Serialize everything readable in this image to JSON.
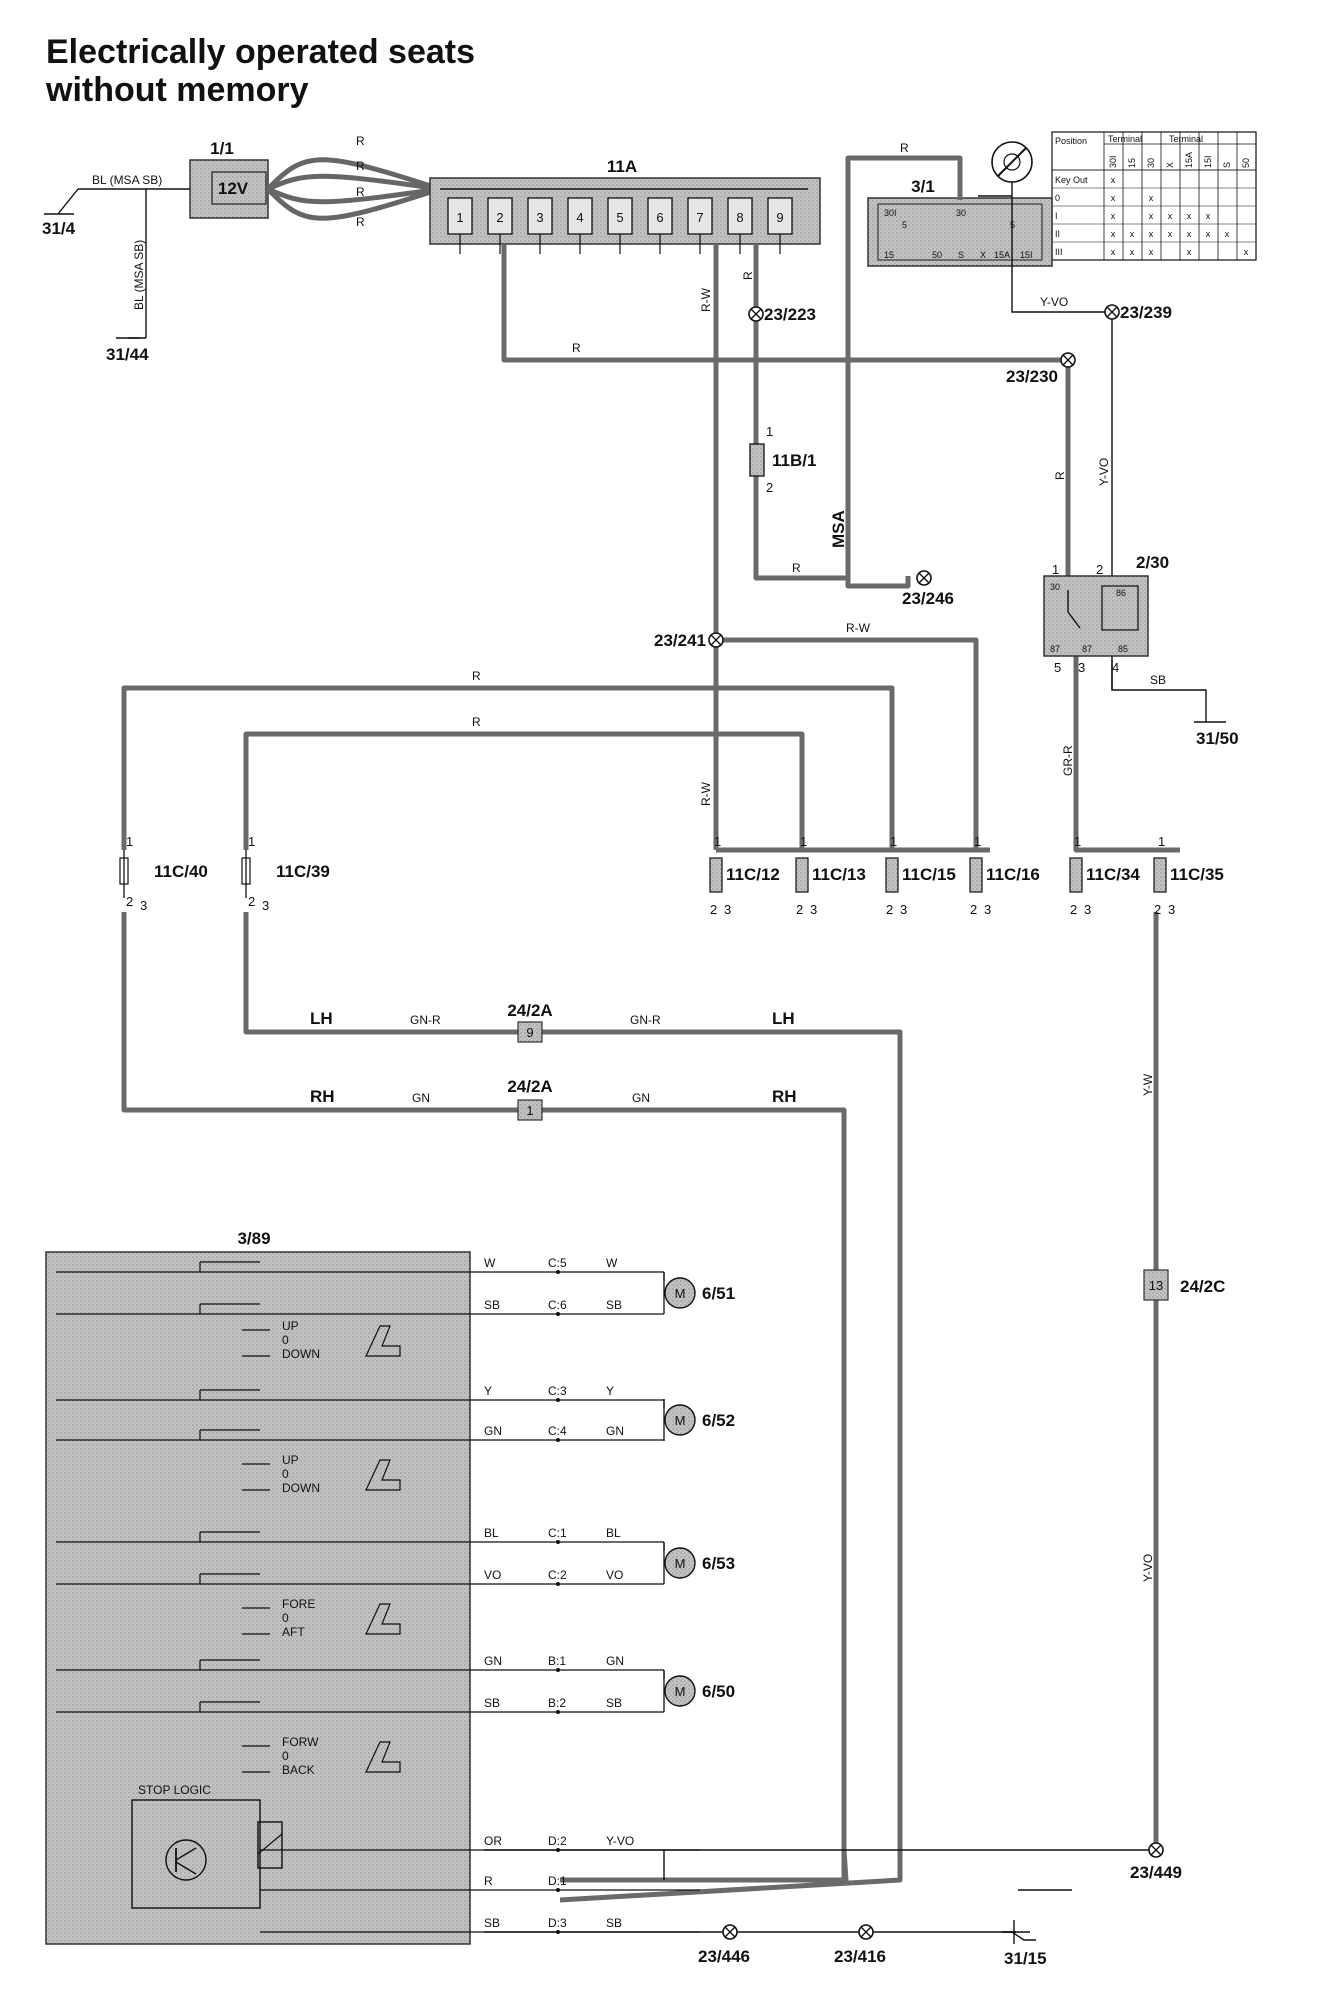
{
  "title": [
    "Electrically operated seats",
    "without memory"
  ],
  "components": {
    "battery": {
      "id": "1/1",
      "label": "12V"
    },
    "fuse_box": {
      "id": "11A",
      "pins": [
        "1",
        "2",
        "3",
        "4",
        "5",
        "6",
        "7",
        "8",
        "9"
      ]
    },
    "ignition_switch": {
      "id": "3/1",
      "terms_top": [
        "30I",
        "30"
      ],
      "terms_bottom": [
        "15",
        "50",
        "S",
        "X",
        "15A",
        "15I"
      ],
      "pin_a": "5",
      "pin_b": "5"
    },
    "relay": {
      "id": "2/30",
      "pins": [
        "30",
        "86",
        "87",
        "85",
        "87"
      ],
      "ext": [
        "1",
        "2",
        "5",
        "3",
        "4"
      ]
    },
    "fuse_11B1": {
      "id": "11B/1",
      "p1": "1",
      "p2": "2"
    },
    "control_panel": {
      "id": "3/89",
      "stop_logic": "STOP LOGIC"
    },
    "connector_24_2A_lh": {
      "id": "24/2A",
      "pin": "9"
    },
    "connector_24_2A_rh": {
      "id": "24/2A",
      "pin": "1"
    },
    "connector_24_2C": {
      "id": "24/2C",
      "pin": "13"
    }
  },
  "key_table": {
    "header": [
      "Position",
      "Terminal",
      "Terminal"
    ],
    "cols": [
      "30I",
      "15",
      "30",
      "X",
      "15A",
      "15I",
      "S",
      "50"
    ],
    "rows": [
      "Key Out",
      "0",
      "I",
      "II",
      "III"
    ],
    "cells": [
      [
        "x",
        "",
        "",
        "",
        "",
        "",
        "",
        ""
      ],
      [
        "x",
        "",
        "x",
        "",
        "",
        "",
        "",
        ""
      ],
      [
        "x",
        "",
        "x",
        "x",
        "x",
        "x",
        "",
        ""
      ],
      [
        "x",
        "x",
        "x",
        "x",
        "x",
        "x",
        "x",
        ""
      ],
      [
        "x",
        "x",
        "x",
        "",
        "x",
        "",
        "",
        "x"
      ]
    ]
  },
  "grounds": [
    "31/4",
    "31/44",
    "31/50",
    "31/15"
  ],
  "splices": [
    "23/223",
    "23/239",
    "23/230",
    "23/246",
    "23/241",
    "23/449",
    "23/446",
    "23/416"
  ],
  "fuses_11C": [
    "11C/40",
    "11C/39",
    "11C/12",
    "11C/13",
    "11C/15",
    "11C/16",
    "11C/34",
    "11C/35"
  ],
  "fuse_pins": {
    "p1": "1",
    "p2": "2",
    "p3": "3"
  },
  "motors": [
    "6/51",
    "6/52",
    "6/53",
    "6/50"
  ],
  "motor_symbol": "M",
  "switch_labels": [
    [
      "UP",
      "0",
      "DOWN"
    ],
    [
      "UP",
      "0",
      "DOWN"
    ],
    [
      "FORE",
      "0",
      "AFT"
    ],
    [
      "FORW",
      "0",
      "BACK"
    ]
  ],
  "wire_colors": {
    "BL_MSA_SB": "BL (MSA SB)",
    "R": "R",
    "RW": "R-W",
    "YVO": "Y-VO",
    "GRR": "GR-R",
    "SB": "SB",
    "YW": "Y-W",
    "GNR": "GN-R",
    "GN": "GN",
    "MSA": "MSA"
  },
  "harness": {
    "lh": "LH",
    "rh": "RH"
  },
  "panel_wires": [
    {
      "left": "W",
      "conn": "C:5",
      "right": "W"
    },
    {
      "left": "SB",
      "conn": "C:6",
      "right": "SB"
    },
    {
      "left": "Y",
      "conn": "C:3",
      "right": "Y"
    },
    {
      "left": "GN",
      "conn": "C:4",
      "right": "GN"
    },
    {
      "left": "BL",
      "conn": "C:1",
      "right": "BL"
    },
    {
      "left": "VO",
      "conn": "C:2",
      "right": "VO"
    },
    {
      "left": "GN",
      "conn": "B:1",
      "right": "GN"
    },
    {
      "left": "SB",
      "conn": "B:2",
      "right": "SB"
    },
    {
      "left": "OR",
      "conn": "D:2",
      "right": "Y-VO"
    },
    {
      "left": "R",
      "conn": "D:1",
      "right": ""
    },
    {
      "left": "SB",
      "conn": "D:3",
      "right": "SB"
    }
  ],
  "colors": {
    "ink": "#111111",
    "harness": "#6a6a6a",
    "harness_fill": "#a8a8a8",
    "panel": "#bdbdbd",
    "box": "#b8b8b8"
  }
}
